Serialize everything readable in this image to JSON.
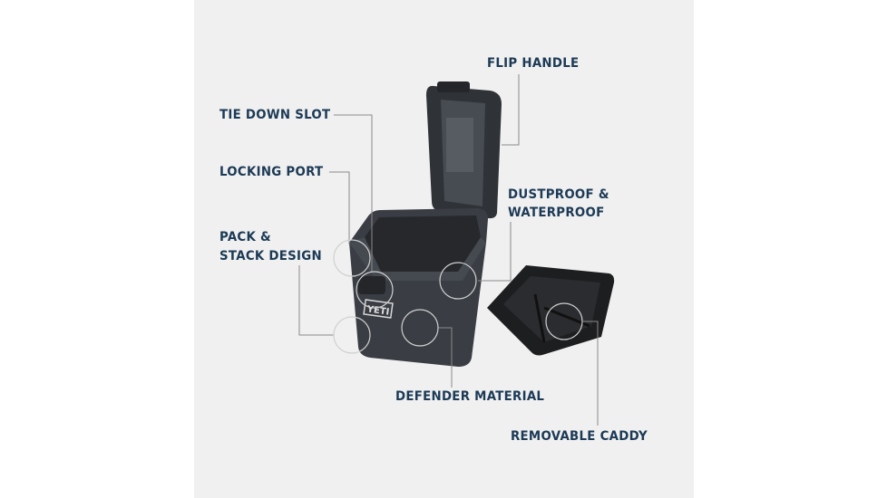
{
  "callouts": {
    "flip_handle": "FLIP HANDLE",
    "tie_down_slot": "TIE DOWN SLOT",
    "locking_port": "LOCKING PORT",
    "pack_stack_line1": "PACK &",
    "pack_stack_line2": "STACK DESIGN",
    "dustproof_line1": "DUSTPROOF &",
    "dustproof_line2": "WATERPROOF",
    "defender_material": "DEFENDER MATERIAL",
    "removable_caddy": "REMOVABLE CADDY"
  },
  "product": {
    "brand_logo": "YETI"
  },
  "colors": {
    "label_text": "#1c3a56",
    "panel_bg": "#f0f0f0",
    "cooler_body": "#3a3d44",
    "leader_line": "#8a8a8a"
  }
}
